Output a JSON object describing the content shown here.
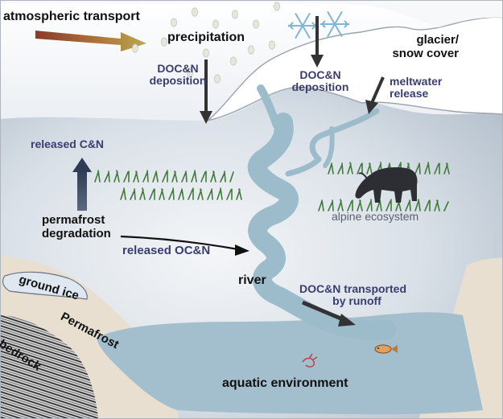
{
  "colors": {
    "sky_top": "#ffffff",
    "sky_bottom": "#c9d2dd",
    "glacier": "#ffffff",
    "water": "#9fbccc",
    "ground": "#e6ddd0",
    "grass": "#3f7a3a",
    "label_dark": "#111111",
    "label_navy": "#3a3d6e"
  },
  "labels": {
    "atmospheric_transport": "atmospheric transport",
    "precipitation": "precipitation",
    "doc_deposition_left_1": "DOC&N",
    "doc_deposition_left_2": "deposition",
    "doc_deposition_right_1": "DOC&N",
    "doc_deposition_right_2": "deposition",
    "glacier_1": "glacier/",
    "glacier_2": "snow cover",
    "meltwater_1": "meltwater",
    "meltwater_2": "release",
    "released_cn": "released C&N",
    "permafrost_deg_1": "permafrost",
    "permafrost_deg_2": "degradation",
    "released_ocn": "released OC&N",
    "alpine_ecosystem": "alpine ecosystem",
    "river": "river",
    "runoff_1": "DOC&N transported",
    "runoff_2": "by runoff",
    "ground_ice": "ground ice",
    "permafrost": "Permafrost",
    "bedrock": "bedrock",
    "aquatic_environment": "aquatic environment"
  },
  "icons": [
    "snowflake-icon",
    "raindrop-icon",
    "yak-icon",
    "fish-icon",
    "grass-icon"
  ]
}
